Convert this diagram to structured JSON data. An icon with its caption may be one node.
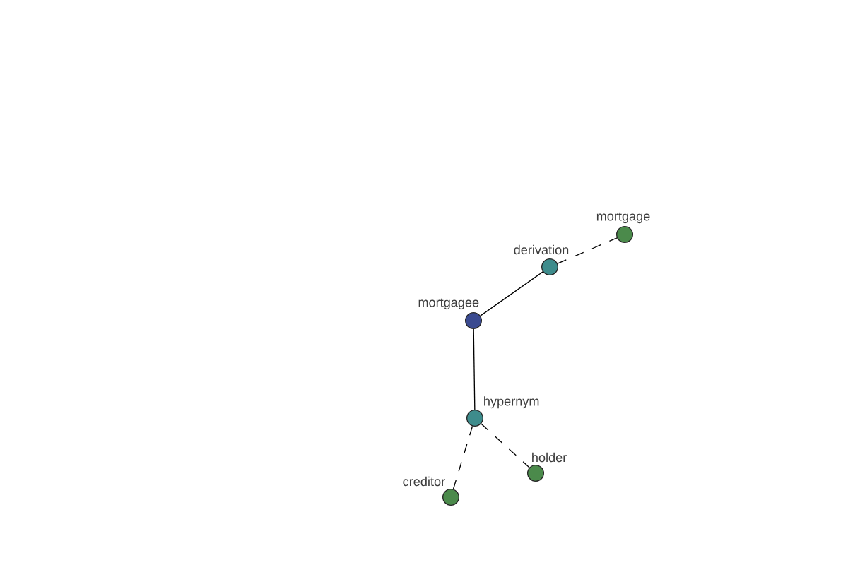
{
  "diagram": {
    "nodes": [
      {
        "text": [
          "mortgage"
        ]
      },
      {
        "text": [
          "derivation"
        ]
      },
      {
        "text": [
          "mortgagee"
        ]
      },
      {
        "text": [
          "hypernym"
        ]
      },
      {
        "text": [
          "holder"
        ]
      },
      {
        "text": [
          "creditor"
        ]
      }
    ],
    "edges": [
      {
        "from": 2,
        "to": 1,
        "arrow": "none"
      },
      {
        "from": 1,
        "to": 0,
        "arrow": "none",
        "style": "dashed"
      },
      {
        "from": 2,
        "to": 3,
        "arrow": "none"
      },
      {
        "from": 3,
        "to": 5,
        "arrow": "none",
        "style": "dashed"
      },
      {
        "from": 3,
        "to": 4,
        "arrow": "none",
        "style": "dashed"
      }
    ]
  }
}
